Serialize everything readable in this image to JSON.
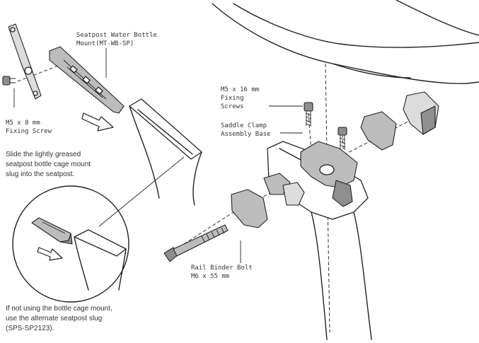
{
  "labels": {
    "bottle_mount": "Seatpost Water Bottle\nMount(MT-WB-SP)",
    "m5x8": "M5 x 8 mm\nFixing Screw",
    "m5x16": "M5 x 16 mm\nFixing\nScrews",
    "clamp_base": "Saddle Clamp\nAssembly Base",
    "rail_bolt": "Rail Binder Bolt\nM6 x 55 mm"
  },
  "notes": {
    "slide_instruction": "Slide the lightly greased\nseatpost bottle cage mount\nslug into the seatpost.",
    "alternate_instruction": "If not using the bottle cage mount,\nuse the alternate seatpost slug\n(SPS-SP2123)."
  },
  "colors": {
    "line": "#222222",
    "part_fill": "#bcbcbc",
    "part_dark": "#8e8e8e",
    "text": "#333333"
  }
}
